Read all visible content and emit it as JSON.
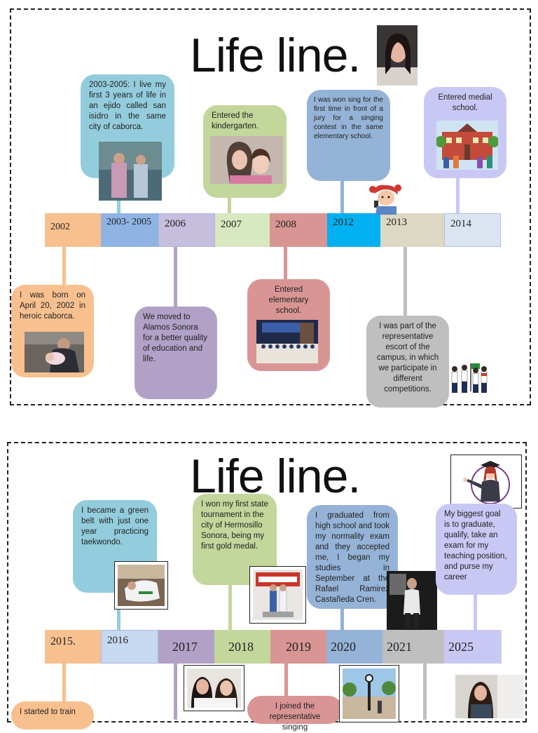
{
  "page1": {
    "title": "Life line.",
    "years": [
      "2002",
      "2003- 2005",
      "2006",
      "2007",
      "2008",
      "2012",
      "2013",
      "2014"
    ],
    "events": {
      "e2002": "I was born on April 20, 2002 in heroic caborca.",
      "e2003": "2003-2005: I live my first 3 years of life in an ejido called san isidro in the same city of caborca.",
      "e2006": "We moved to Alamos Sonora for a better quality of education and life.",
      "e2007": "Entered the kindergarten.",
      "e2008": "Entered elementary school.",
      "e2012": "I was won sing for the first time in front of a jury for a singing contest in the same elementary school.",
      "e2013": "I was part of the representative escort of the campus, in which we participate in different competitions.",
      "e2014": "Entered medial school."
    }
  },
  "page2": {
    "title": "Life line.",
    "years": [
      "2015.",
      "2016",
      "2017",
      "2018",
      "2019",
      "2020",
      "2021",
      "2025"
    ],
    "events": {
      "e2015": "I started to train",
      "e2016": "I became a green belt with just one year practicing taekwondo.",
      "e2018": "I won my first state tournament in the city of Hermosillo Sonora, being my first gold medal.",
      "e2019": "I joined the representative singing",
      "e2020": "I graduated from high school and took my normality exam and they accepted me, I began my studies in September at the Rafael Ramirez Castañeda Cren.",
      "e2025": "My biggest goal is to graduate, qualify, take an exam for my teaching position, and purse my career"
    }
  },
  "colors": {
    "orange": "#f8c08f",
    "blue_light": "#8fb4e3",
    "lavender": "#c6bedd",
    "green_light": "#d8e8c0",
    "rose": "#d99594",
    "cyan": "#00b0f0",
    "beige": "#dcd8c4",
    "pale_blue": "#dbe5f1",
    "box_teal": "#93cddd",
    "box_green": "#c3d69b",
    "box_blue": "#95b3d7",
    "box_purple": "#ccc0da",
    "box_periwinkle": "#c9c8f5",
    "box_mauve": "#b2a1c7",
    "box_grey": "#bfbfbf"
  }
}
